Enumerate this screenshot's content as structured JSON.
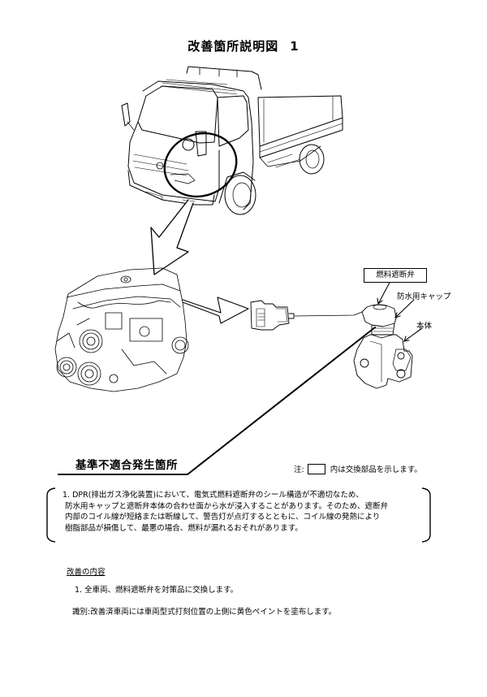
{
  "document": {
    "title": "改善箇所説明図",
    "title_number": "1"
  },
  "diagram": {
    "part_label": "燃料遮断弁",
    "callouts": {
      "cap": "防水用キャップ",
      "body": "本体"
    },
    "nonconformity_label": "基準不適合発生箇所",
    "illustrations": [
      "truck-illustration",
      "engine-illustration",
      "connector-illustration",
      "fuel-cut-valve-illustration"
    ]
  },
  "note": {
    "prefix": "注:",
    "suffix": "内は交換部品を示します。"
  },
  "description": {
    "lines": [
      "1. DPR(排出ガス浄化装置)において、電気式燃料遮断弁のシール構造が不適切なため、",
      "防水用キャップと遮断弁本体の合わせ面から水が浸入することがあります。そのため、遮断弁",
      "内部のコイル線が短絡または断線して、警告灯が点灯するとともに、コイル線の発熱により",
      "樹脂部品が損傷して、最悪の場合、燃料が漏れるおそれがあります。"
    ]
  },
  "improvement": {
    "heading": "改善の内容",
    "items": [
      "1. 全車両、燃料遮断弁を対策品に交換します。"
    ],
    "identification": "識別:改善済車両には車両型式打刻位置の上側に黄色ペイントを塗布します。"
  }
}
